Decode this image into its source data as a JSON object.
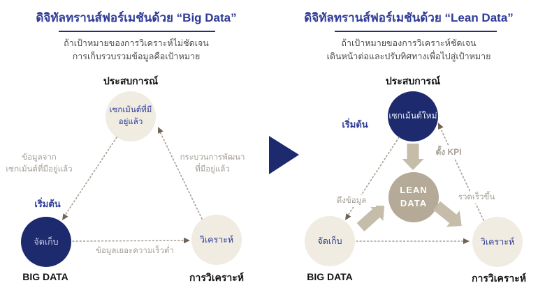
{
  "colors": {
    "navy": "#1d2a6e",
    "title_blue": "#2e3b96",
    "light_beige": "#f0ece2",
    "taupe": "#b4aa97",
    "arrow_beige": "#c6bcaa",
    "label_gray": "#a49e96",
    "subtitle_gray": "#4c4c4c",
    "dotted_line": "#a89f92",
    "arrowhead": "#6f6454",
    "navy_circle_text": "#c7cfe8"
  },
  "left": {
    "title": "ดิจิทัลทรานส์ฟอร์เมชันด้วย “Big Data”",
    "subtitle1": "ถ้าเป้าหมายของการวิเคราะห์ไม่ชัดเจน",
    "subtitle2": "การเก็บรวบรวมข้อมูลคือเป้าหมาย",
    "experience_label": "ประสบการณ์",
    "top_circle_line1": "เซกเม้นต์ที่มี",
    "top_circle_line2": "อยู่แล้ว",
    "left_edge_line1": "ข้อมูลจาก",
    "left_edge_line2": "เซกเม้นต์ที่มีอยู่แล้ว",
    "right_edge_line1": "กระบวนการพัฒนา",
    "right_edge_line2": "ที่มีอยู่แล้ว",
    "start_label": "เริ่มต้น",
    "collect_circle_label": "จัดเก็บ",
    "collect_caption": "BIG DATA",
    "analyze_circle_label": "วิเคราะห์",
    "analyze_caption": "การวิเคราะห์",
    "bottom_edge_label": "ข้อมูลเยอะความเร็วต่ำ"
  },
  "right": {
    "title": "ดิจิทัลทรานส์ฟอร์เมชันด้วย “Lean Data”",
    "subtitle1": "ถ้าเป้าหมายของการวิเคราะห์ชัดเจน",
    "subtitle2": "เดินหน้าต่อและปรับทิศทางเพื่อไปสู่เป้าหมาย",
    "experience_label": "ประสบการณ์",
    "start_label": "เริ่มต้น",
    "top_circle_label": "เซกเม้นต์ใหม่",
    "kpi_label": "ตั้ง KPI",
    "lean_line1": "LEAN",
    "lean_line2": "DATA",
    "pull_label": "ดึงข้อมูล",
    "faster_label": "รวดเร็วขึ้น",
    "collect_circle_label": "จัดเก็บ",
    "collect_caption": "BIG DATA",
    "analyze_circle_label": "วิเคราะห์",
    "analyze_caption": "การวิเคราะห์"
  }
}
